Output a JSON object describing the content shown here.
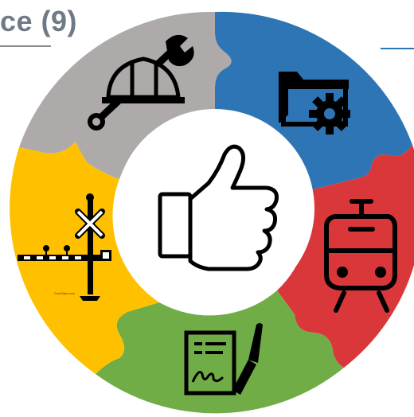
{
  "page": {
    "title_fragment": "ce (9)"
  },
  "colors": {
    "blue": "#2e75b6",
    "red": "#d9373a",
    "green": "#70ad47",
    "yellow": "#ffc000",
    "gray": "#aeaaaa",
    "center": "#ffffff",
    "title": "#6f7a86"
  },
  "segments": [
    {
      "id": "blue",
      "icon": "folder-gear-icon"
    },
    {
      "id": "red",
      "icon": "train-icon"
    },
    {
      "id": "green",
      "icon": "signed-document-icon"
    },
    {
      "id": "yellow",
      "icon": "railroad-crossing-icon"
    },
    {
      "id": "gray",
      "icon": "hardhat-wrench-icon"
    }
  ],
  "center": {
    "icon": "thumbs-up-icon"
  },
  "crossing_caption": "CoolClips.com"
}
